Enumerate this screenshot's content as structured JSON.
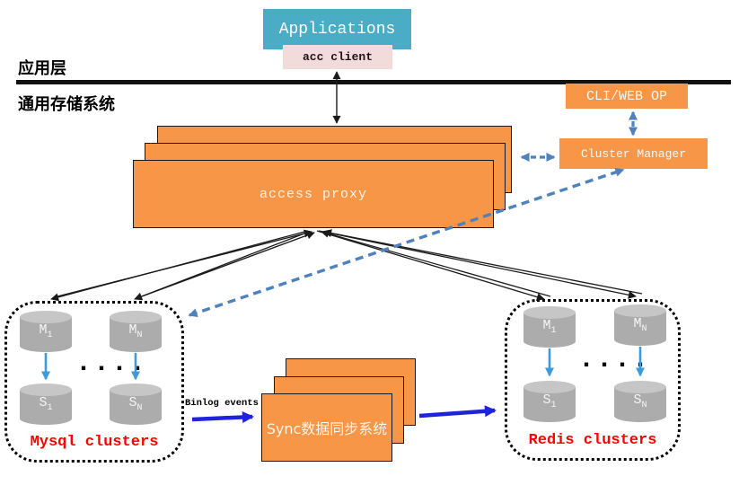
{
  "layer_labels": {
    "application": "应用层",
    "storage": "通用存储系统"
  },
  "applications": {
    "label": "Applications"
  },
  "acc_client": {
    "label": "acc client"
  },
  "cli_web_op": {
    "label": "CLI/WEB OP"
  },
  "cluster_manager": {
    "label": "Cluster Manager"
  },
  "access_proxy": {
    "label": "access proxy"
  },
  "sync_system": {
    "label": "Sync数据同步系统"
  },
  "binlog": {
    "label": "Binlog events"
  },
  "mysql_cluster": {
    "title": "Mysql clusters",
    "ellipsis": "....",
    "nodes": {
      "m1": {
        "base": "M",
        "sub": "1"
      },
      "mn": {
        "base": "M",
        "sub": "N"
      },
      "s1": {
        "base": "S",
        "sub": "1"
      },
      "sn": {
        "base": "S",
        "sub": "N"
      }
    }
  },
  "redis_cluster": {
    "title": "Redis clusters",
    "ellipsis": "....",
    "nodes": {
      "m1": {
        "base": "M",
        "sub": "1"
      },
      "mn": {
        "base": "M",
        "sub": "N"
      },
      "s1": {
        "base": "S",
        "sub": "1"
      },
      "sn": {
        "base": "S",
        "sub": "N"
      }
    }
  },
  "colors": {
    "box_orange": "#F79646",
    "applications_teal": "#4BACC6",
    "acc_client_pink": "#F2DCDB",
    "dashed_link_blue": "#4F81BD",
    "solid_arrow_blue": "#1F23DC",
    "replication_arrow_blue": "#3E9BDB",
    "cluster_title_red": "#FF0000",
    "cylinder_gray": "#ACACAC"
  }
}
